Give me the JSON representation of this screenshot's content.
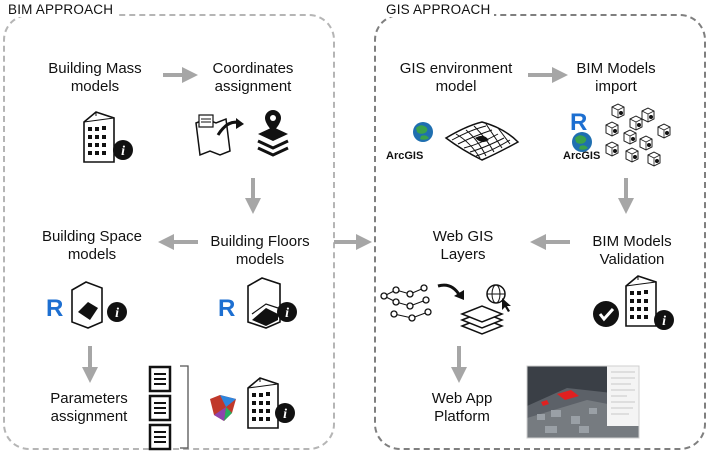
{
  "bim": {
    "title": "BIM APPROACH",
    "nodes": {
      "mass_line1": "Building Mass",
      "mass_line2": "models",
      "coords_line1": "Coordinates",
      "coords_line2": "assignment",
      "space_line1": "Building Space",
      "space_line2": "models",
      "floors_line1": "Building Floors",
      "floors_line2": "models",
      "params_line1": "Parameters",
      "params_line2": "assignment"
    }
  },
  "gis": {
    "title": "GIS APPROACH",
    "nodes": {
      "env_line1": "GIS environment",
      "env_line2": "model",
      "import_line1": "BIM Models",
      "import_line2": "import",
      "layers_line1": "Web GIS",
      "layers_line2": "Layers",
      "validation_line1": "BIM Models",
      "validation_line2": "Validation",
      "webapp_line1": "Web App",
      "webapp_line2": "Platform"
    },
    "logo_text": "ArcGIS"
  },
  "colors": {
    "arrow": "#a6a6a6",
    "revit_blue": "#1d6fd1",
    "arcgis_blue": "#1f6fb0",
    "arcgis_green": "#3aa24b"
  }
}
